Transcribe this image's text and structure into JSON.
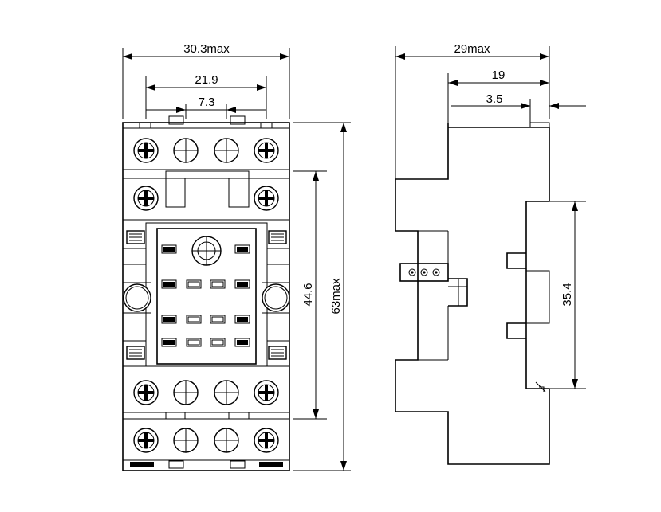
{
  "dimensions": {
    "front_width_max": "30.3max",
    "front_pin_span": "21.9",
    "front_pin_pitch": "7.3",
    "front_height_max": "63max",
    "front_inner_height": "44.6",
    "side_width_max": "29max",
    "side_depth": "19",
    "side_offset": "3.5",
    "side_rail": "35.4"
  },
  "colors": {
    "line": "#000000",
    "background": "#ffffff"
  }
}
